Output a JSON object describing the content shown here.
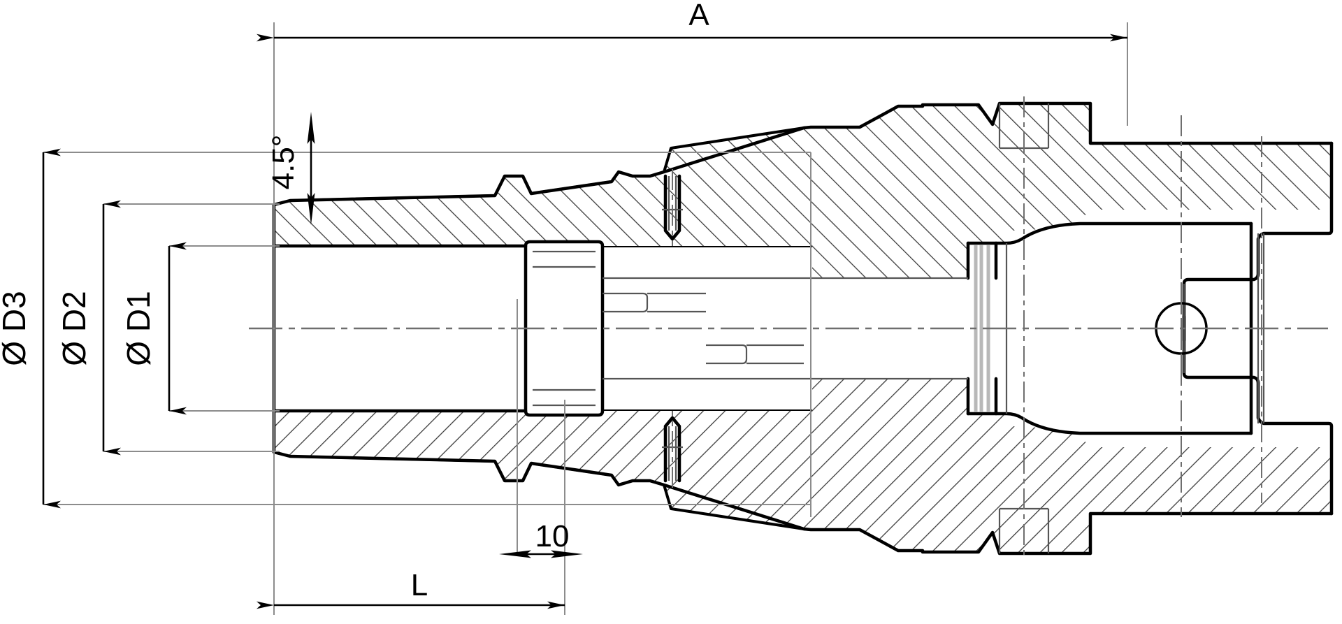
{
  "drawing": {
    "title": "HSK Shrink-Fit Tool Holder Sectional Drawing",
    "type": "engineering-section-drawing",
    "background_color": "#ffffff",
    "line_color": "#000000",
    "thin_line_color": "#808080",
    "hatch_color": "#4a4a4a"
  },
  "dimensions": {
    "overall_length": {
      "label": "A",
      "orientation": "horizontal",
      "position": "top",
      "arrow_style": "double-ended-outward"
    },
    "projection_length": {
      "label": "L",
      "orientation": "horizontal",
      "position": "bottom",
      "arrow_style": "double-ended-outward"
    },
    "step_length": {
      "label": "10",
      "orientation": "horizontal",
      "position": "bottom",
      "arrow_style": "double-ended-inward"
    },
    "bore_diameter": {
      "label": "Ø D1",
      "orientation": "vertical-rotated",
      "position": "left",
      "arrow_style": "double-ended-outward"
    },
    "nose_diameter": {
      "label": "Ø D2",
      "orientation": "vertical-rotated",
      "position": "left",
      "arrow_style": "double-ended-outward"
    },
    "body_diameter": {
      "label": "Ø D3",
      "orientation": "vertical-rotated",
      "position": "left",
      "arrow_style": "double-ended-outward"
    },
    "taper_angle": {
      "label": "4.5°",
      "orientation": "vertical-rotated",
      "position": "upper-left",
      "arrow_style": "double-ended-inward-vertical"
    }
  },
  "features": [
    {
      "name": "shrink-fit-nose",
      "description": "Tapered slender nose with 4.5 degree included taper"
    },
    {
      "name": "tool-bore",
      "description": "Cylindrical tool bore Ø D1 running from the nose face"
    },
    {
      "name": "coolant-channel",
      "description": "Central coolant through-channel along axis"
    },
    {
      "name": "set-screw-boss-top",
      "description": "Threaded set-screw boss on upper body"
    },
    {
      "name": "set-screw-boss-bottom",
      "description": "Threaded set-screw boss on lower body"
    },
    {
      "name": "balance-groove",
      "description": "Annular balance / gripper groove"
    },
    {
      "name": "hsk-flange",
      "description": "HSK drive flange with drive slots"
    },
    {
      "name": "hsk-taper-shank",
      "description": "Hollow short taper HSK shank with clamping bore"
    },
    {
      "name": "clamping-hole",
      "description": "Transverse clamping access hole in shank"
    },
    {
      "name": "centre-line",
      "description": "Dash-dot axis centre line"
    }
  ]
}
